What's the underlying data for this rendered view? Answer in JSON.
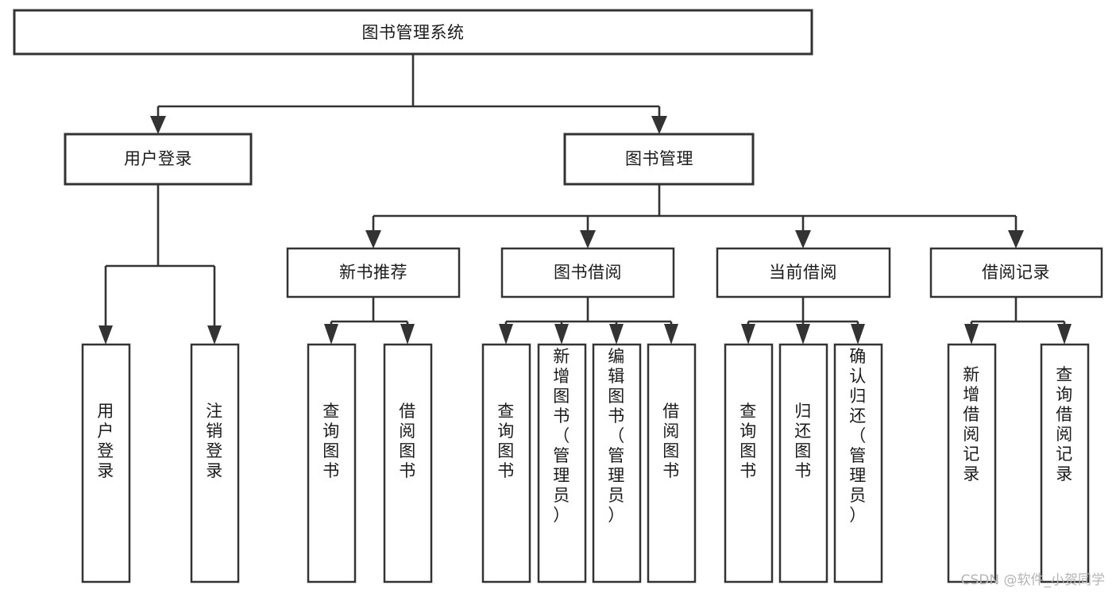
{
  "diagram": {
    "title": "图书管理系统",
    "type": "tree",
    "watermark": "CSDN @软件_小贺同学",
    "colors": {
      "stroke": "#333333",
      "fill": "#ffffff",
      "text": "#1b1b1b",
      "watermark": "#b5b5b5"
    },
    "levels": {
      "root": {
        "label": "图书管理系统"
      },
      "level2": [
        {
          "label": "用户登录"
        },
        {
          "label": "图书管理"
        }
      ],
      "level3": [
        {
          "label": "新书推荐"
        },
        {
          "label": "图书借阅"
        },
        {
          "label": "当前借阅"
        },
        {
          "label": "借阅记录"
        }
      ],
      "leaves": [
        {
          "label": "用户登录"
        },
        {
          "label": "注销登录"
        },
        {
          "label": "查询图书"
        },
        {
          "label": "借阅图书"
        },
        {
          "label": "查询图书"
        },
        {
          "label": "新增图书（管理员）"
        },
        {
          "label": "编辑图书（管理员）"
        },
        {
          "label": "借阅图书"
        },
        {
          "label": "查询图书"
        },
        {
          "label": "归还图书"
        },
        {
          "label": "确认归还（管理员）"
        },
        {
          "label": "新增借阅记录"
        },
        {
          "label": "查询借阅记录"
        }
      ]
    },
    "tree": {
      "node": "图书管理系统",
      "children": [
        {
          "node": "用户登录",
          "children": [
            {
              "node": "用户登录",
              "children": []
            },
            {
              "node": "注销登录",
              "children": []
            }
          ]
        },
        {
          "node": "图书管理",
          "children": [
            {
              "node": "新书推荐",
              "children": [
                {
                  "node": "查询图书",
                  "children": []
                },
                {
                  "node": "借阅图书",
                  "children": []
                }
              ]
            },
            {
              "node": "图书借阅",
              "children": [
                {
                  "node": "查询图书",
                  "children": []
                },
                {
                  "node": "新增图书（管理员）",
                  "children": []
                },
                {
                  "node": "编辑图书（管理员）",
                  "children": []
                },
                {
                  "node": "借阅图书",
                  "children": []
                }
              ]
            },
            {
              "node": "当前借阅",
              "children": [
                {
                  "node": "查询图书",
                  "children": []
                },
                {
                  "node": "归还图书",
                  "children": []
                },
                {
                  "node": "确认归还（管理员）",
                  "children": []
                }
              ]
            },
            {
              "node": "借阅记录",
              "children": [
                {
                  "node": "新增借阅记录",
                  "children": []
                },
                {
                  "node": "查询借阅记录",
                  "children": []
                }
              ]
            }
          ]
        }
      ]
    }
  }
}
